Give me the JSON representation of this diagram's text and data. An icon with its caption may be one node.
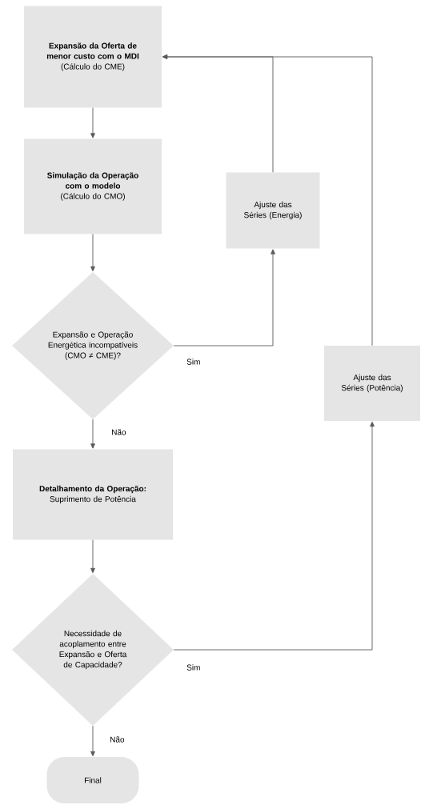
{
  "diagram": {
    "nodes": [
      {
        "text": [
          "Expansão da Oferta de menor custo com o MDI",
          "(Cálculo do CME)"
        ]
      },
      {
        "text": [
          "Simulação da Operação com o modelo",
          "(Cálculo do CMO)"
        ]
      },
      {
        "text": [
          "Ajuste das Séries (Energia)"
        ]
      },
      {
        "text": [
          "Expansão e Operação Energética incompatíveis (CMO ≠ CME)?"
        ]
      },
      {
        "text": [
          "Ajuste das Séries (Potência)"
        ]
      },
      {
        "text": [
          "Detalhamento da Operação:",
          "Suprimento de Potência"
        ]
      },
      {
        "text": [
          "Necessidade de acoplamento entre Expansão e Oferta de Capacidade?"
        ]
      },
      {
        "text": [
          "Final"
        ]
      }
    ],
    "edges": [
      {
        "from": 0,
        "to": 1,
        "arrow": "to"
      },
      {
        "from": 1,
        "to": 3,
        "arrow": "to"
      },
      {
        "from": 3,
        "to": 2,
        "arrow": "to",
        "label": "Sim"
      },
      {
        "from": 2,
        "to": 0,
        "arrow": "to"
      },
      {
        "from": 3,
        "to": 5,
        "arrow": "to",
        "label": "Não"
      },
      {
        "from": 5,
        "to": 6,
        "arrow": "to"
      },
      {
        "from": 6,
        "to": 4,
        "arrow": "to",
        "label": "Sim"
      },
      {
        "from": 4,
        "to": 0,
        "arrow": "to"
      },
      {
        "from": 6,
        "to": 7,
        "arrow": "to",
        "label": "Não"
      }
    ]
  }
}
